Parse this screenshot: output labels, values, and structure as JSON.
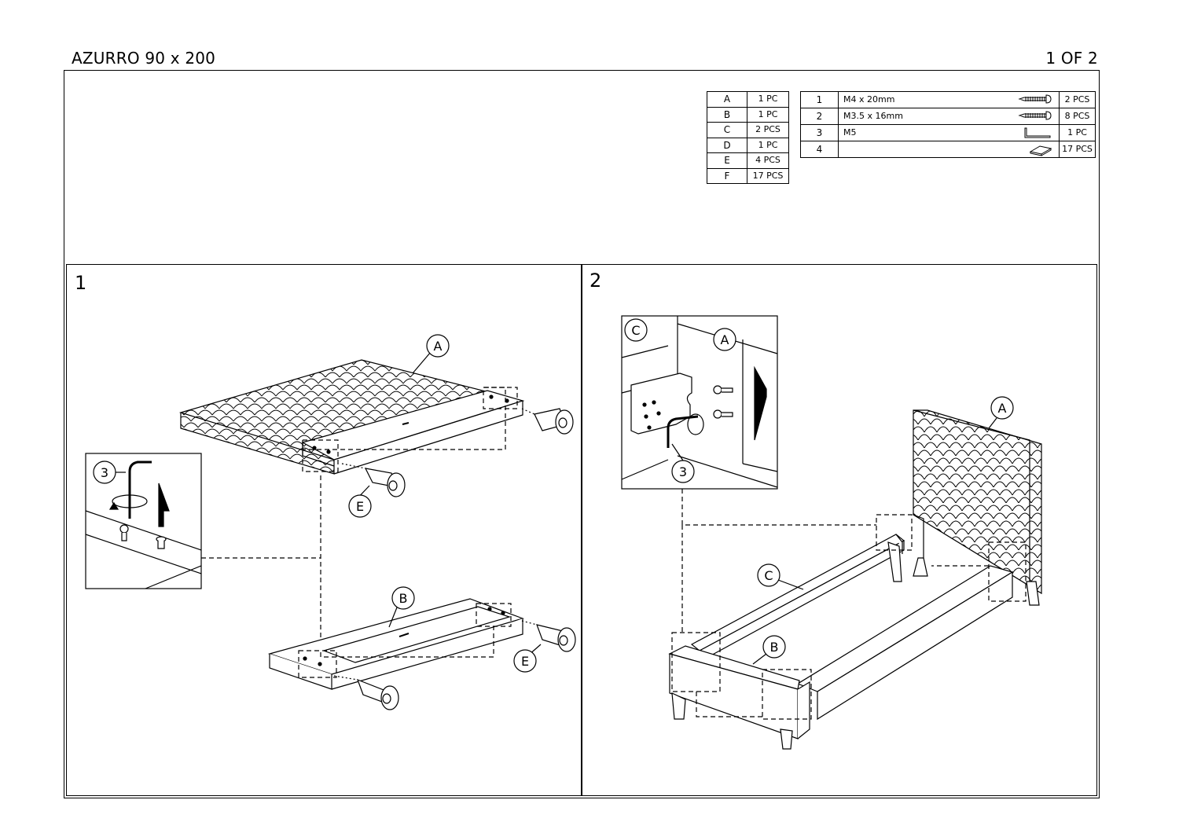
{
  "header": {
    "title": "AZURRO 90 x 200",
    "page": "1 OF 2"
  },
  "parts": [
    {
      "letter": "A",
      "qty": "1 PC"
    },
    {
      "letter": "B",
      "qty": "1 PC"
    },
    {
      "letter": "C",
      "qty": "2 PCS"
    },
    {
      "letter": "D",
      "qty": "1 PC"
    },
    {
      "letter": "E",
      "qty": "4 PCS"
    },
    {
      "letter": "F",
      "qty": "17 PCS"
    }
  ],
  "hardware": [
    {
      "num": "1",
      "desc": "M4 x 20mm",
      "icon": "screw-icon",
      "qty": "2 PCS"
    },
    {
      "num": "2",
      "desc": "M3.5 x 16mm",
      "icon": "screw-icon",
      "qty": "8 PCS"
    },
    {
      "num": "3",
      "desc": "M5",
      "icon": "allen-key-icon",
      "qty": "1 PC"
    },
    {
      "num": "4",
      "desc": "",
      "icon": "slat-holder-icon",
      "qty": "17 PCS"
    }
  ],
  "steps": {
    "step1": "1",
    "step2": "2"
  },
  "labels": {
    "s1_A": "A",
    "s1_B": "B",
    "s1_E1": "E",
    "s1_E2": "E",
    "s1_key": "3",
    "s2_C_detail": "C",
    "s2_A_detail": "A",
    "s2_key": "3",
    "s2_A": "A",
    "s2_C": "C",
    "s2_B": "B"
  }
}
